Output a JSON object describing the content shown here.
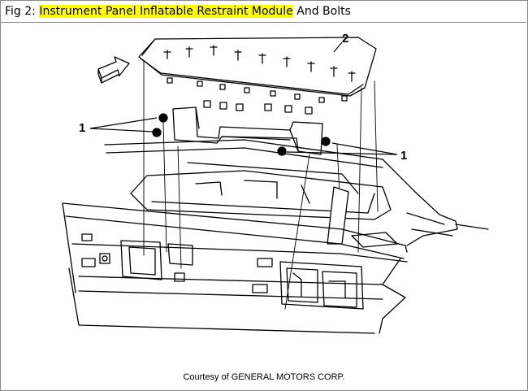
{
  "title": {
    "prefix": "Fig 2: ",
    "highlighted": "Instrument Panel Inflatable Restraint Module",
    "suffix": " And Bolts"
  },
  "callouts": {
    "bolts": "1",
    "module": "2"
  },
  "caption": "Courtesy of GENERAL MOTORS CORP.",
  "colors": {
    "highlight": "#ffff00",
    "line": "#000000",
    "border": "#8a8a8a"
  }
}
